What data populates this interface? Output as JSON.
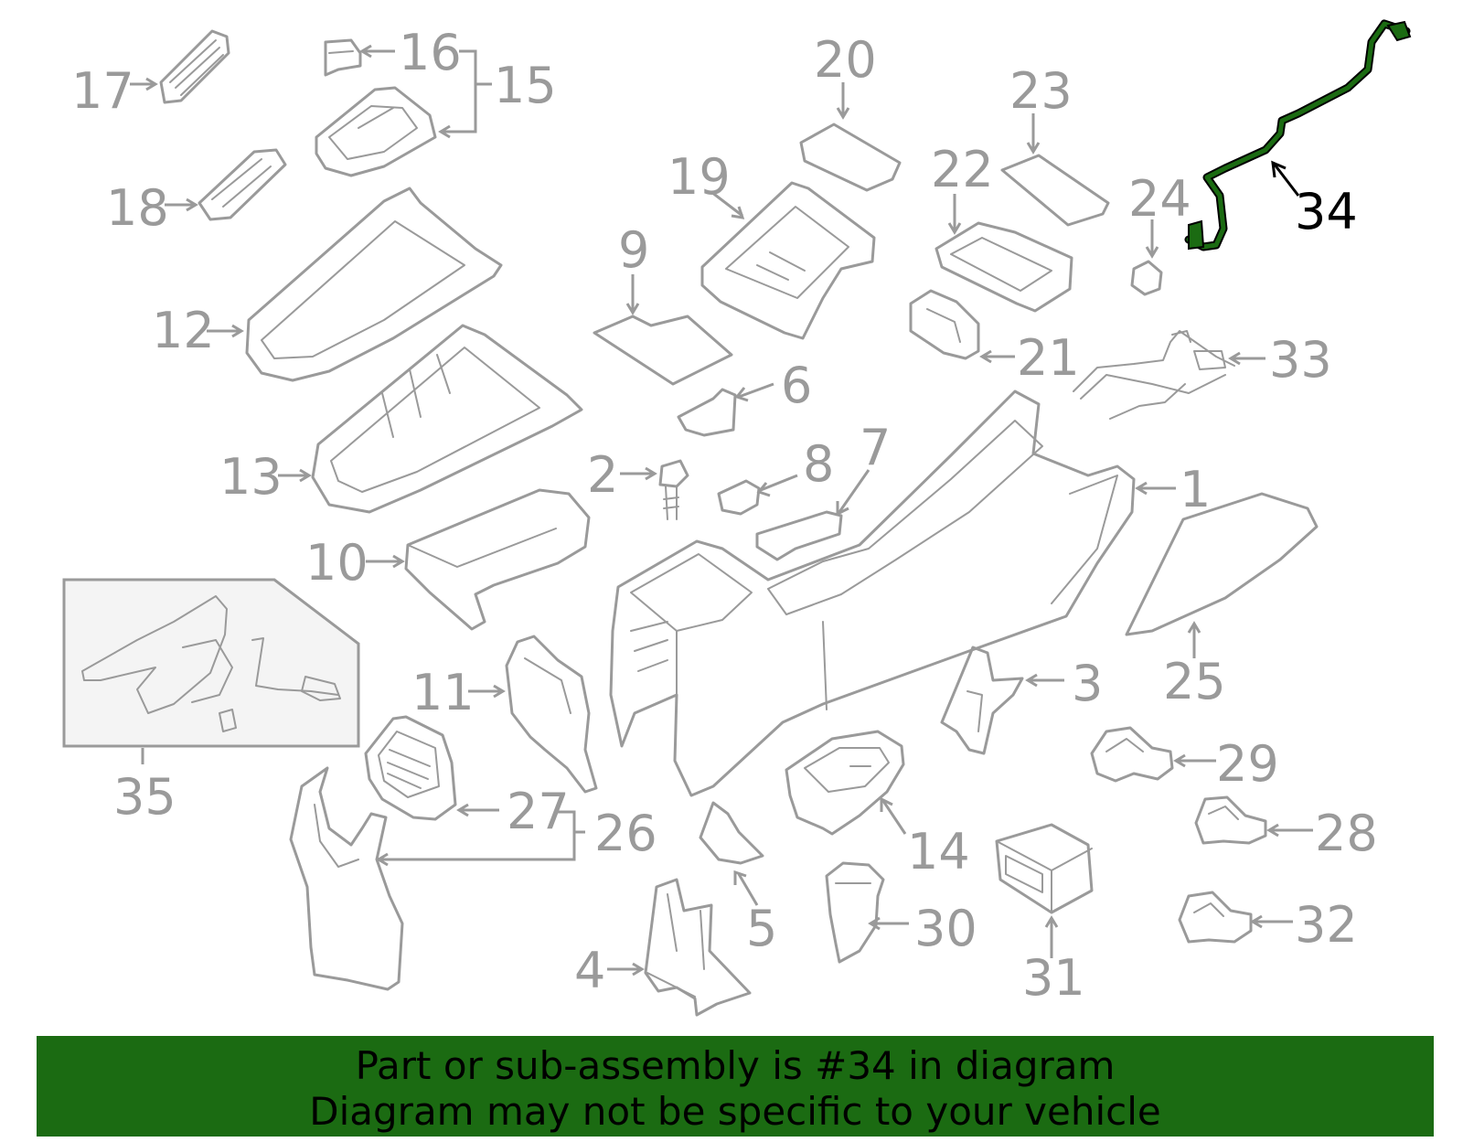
{
  "diagram": {
    "highlight_color": "#1b6b12",
    "callouts": {
      "c1": "1",
      "c2": "2",
      "c3": "3",
      "c4": "4",
      "c5": "5",
      "c6": "6",
      "c7": "7",
      "c8": "8",
      "c9": "9",
      "c10": "10",
      "c11": "11",
      "c12": "12",
      "c13": "13",
      "c14": "14",
      "c15": "15",
      "c16": "16",
      "c17": "17",
      "c18": "18",
      "c19": "19",
      "c20": "20",
      "c21": "21",
      "c22": "22",
      "c23": "23",
      "c24": "24",
      "c25": "25",
      "c26": "26",
      "c27": "27",
      "c28": "28",
      "c29": "29",
      "c30": "30",
      "c31": "31",
      "c32": "32",
      "c33": "33",
      "c34": "34",
      "c35": "35"
    }
  },
  "banner": {
    "line1": "Part or sub-assembly is #34 in diagram",
    "line2": "Diagram may not be specific to your vehicle",
    "background": "#1b6b12"
  }
}
